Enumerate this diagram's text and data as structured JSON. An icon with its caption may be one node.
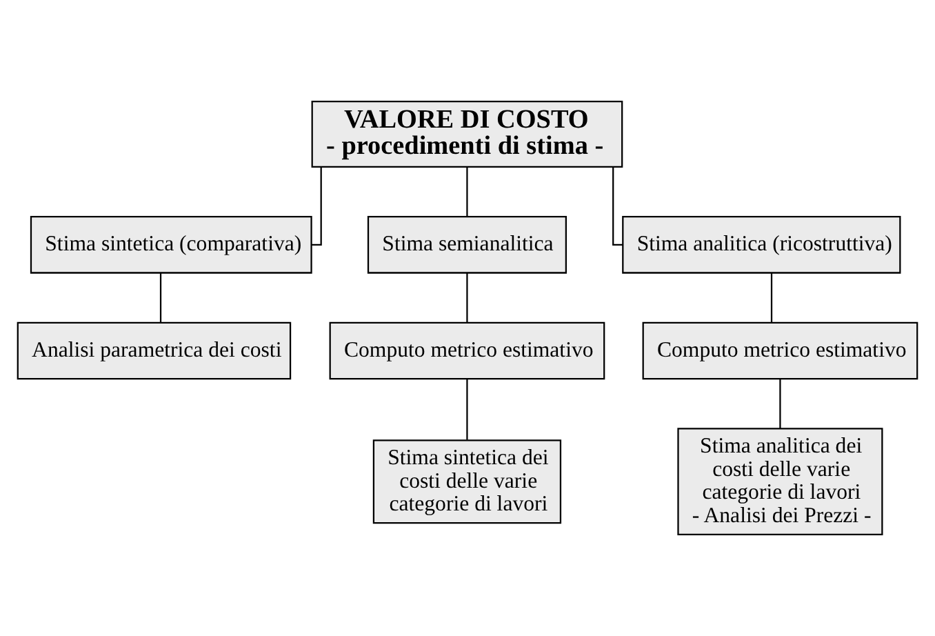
{
  "diagram": {
    "nodes": [
      {
        "text": [
          "VALORE DI COSTO",
          "- procedimenti di stima -"
        ]
      },
      {
        "text": [
          "Stima sintetica (comparativa)"
        ]
      },
      {
        "text": [
          "Stima semianalitica"
        ]
      },
      {
        "text": [
          "Stima analitica (ricostruttiva)"
        ]
      },
      {
        "text": [
          "Analisi parametrica dei costi"
        ]
      },
      {
        "text": [
          "Computo metrico estimativo"
        ]
      },
      {
        "text": [
          "Computo metrico estimativo"
        ]
      },
      {
        "text": [
          "Stima sintetica dei costi delle varie categorie di lavori"
        ]
      },
      {
        "text": [
          "Stima analitica dei costi delle varie categorie di lavori",
          "- Analisi dei Prezzi -"
        ]
      }
    ],
    "edges": [
      {
        "from": 0,
        "to": 1,
        "arrow": "none"
      },
      {
        "from": 0,
        "to": 2,
        "arrow": "none"
      },
      {
        "from": 0,
        "to": 3,
        "arrow": "none"
      },
      {
        "from": 1,
        "to": 4,
        "arrow": "none"
      },
      {
        "from": 2,
        "to": 5,
        "arrow": "none"
      },
      {
        "from": 3,
        "to": 6,
        "arrow": "none"
      },
      {
        "from": 5,
        "to": 7,
        "arrow": "none"
      },
      {
        "from": 6,
        "to": 8,
        "arrow": "none"
      }
    ]
  }
}
